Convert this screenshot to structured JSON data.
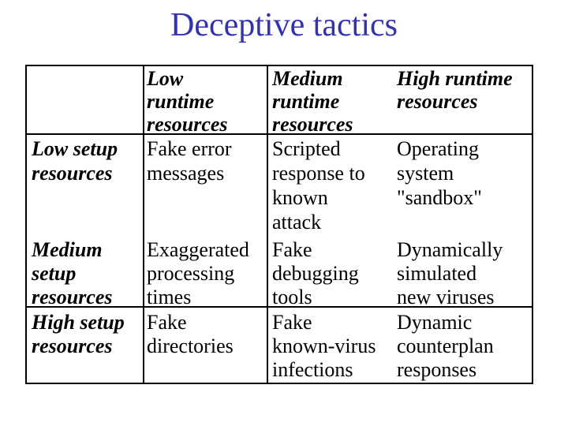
{
  "slide": {
    "title": "Deceptive tactics",
    "title_color": "#3333aa",
    "border_color": "#000000",
    "background_color": "#ffffff"
  },
  "table": {
    "corner": "",
    "col_headers": [
      "Low\nruntime\nresources",
      "Medium\nruntime\nresources",
      "High runtime\nresources"
    ],
    "rows": [
      {
        "label": "Low setup\nresources",
        "cells": [
          "Fake error\nmessages",
          "Scripted\nresponse to\nknown\nattack",
          "Operating\nsystem\n\"sandbox\""
        ]
      },
      {
        "label": "Medium\nsetup\nresources",
        "cells": [
          "Exaggerated\nprocessing\ntimes",
          "Fake\ndebugging\ntools",
          "Dynamically\nsimulated\nnew viruses"
        ]
      },
      {
        "label": "High setup\nresources",
        "cells": [
          "Fake\ndirectories",
          "Fake\nknown-virus\ninfections",
          "Dynamic\ncounterplan\nresponses"
        ]
      }
    ]
  }
}
